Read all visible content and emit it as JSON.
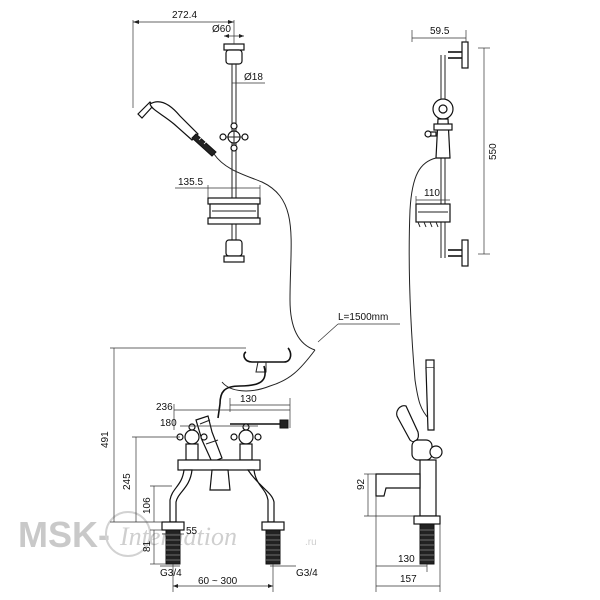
{
  "dimensions": {
    "slide_offset": "272.4",
    "bracket_dia": "Ø60",
    "rail_dia": "Ø18",
    "soap_width_front": "135.5",
    "side_bracket": "59.5",
    "rail_length": "550",
    "soap_width_side": "110",
    "hose_length": "L=1500mm",
    "total_width": "236",
    "cradle_offset": "130",
    "handle_span": "180",
    "total_height": "491",
    "spout_height": "245",
    "body_height": "106",
    "leg_height": "81",
    "leg_width": "55",
    "thread_left": "G3/4",
    "thread_right": "G3/4",
    "centres": "60 ~ 300",
    "side_height": "92",
    "side_spout": "130",
    "side_depth": "157"
  },
  "watermark": {
    "brand": "MSK-",
    "script": "Internation",
    "domain": ".ru"
  }
}
